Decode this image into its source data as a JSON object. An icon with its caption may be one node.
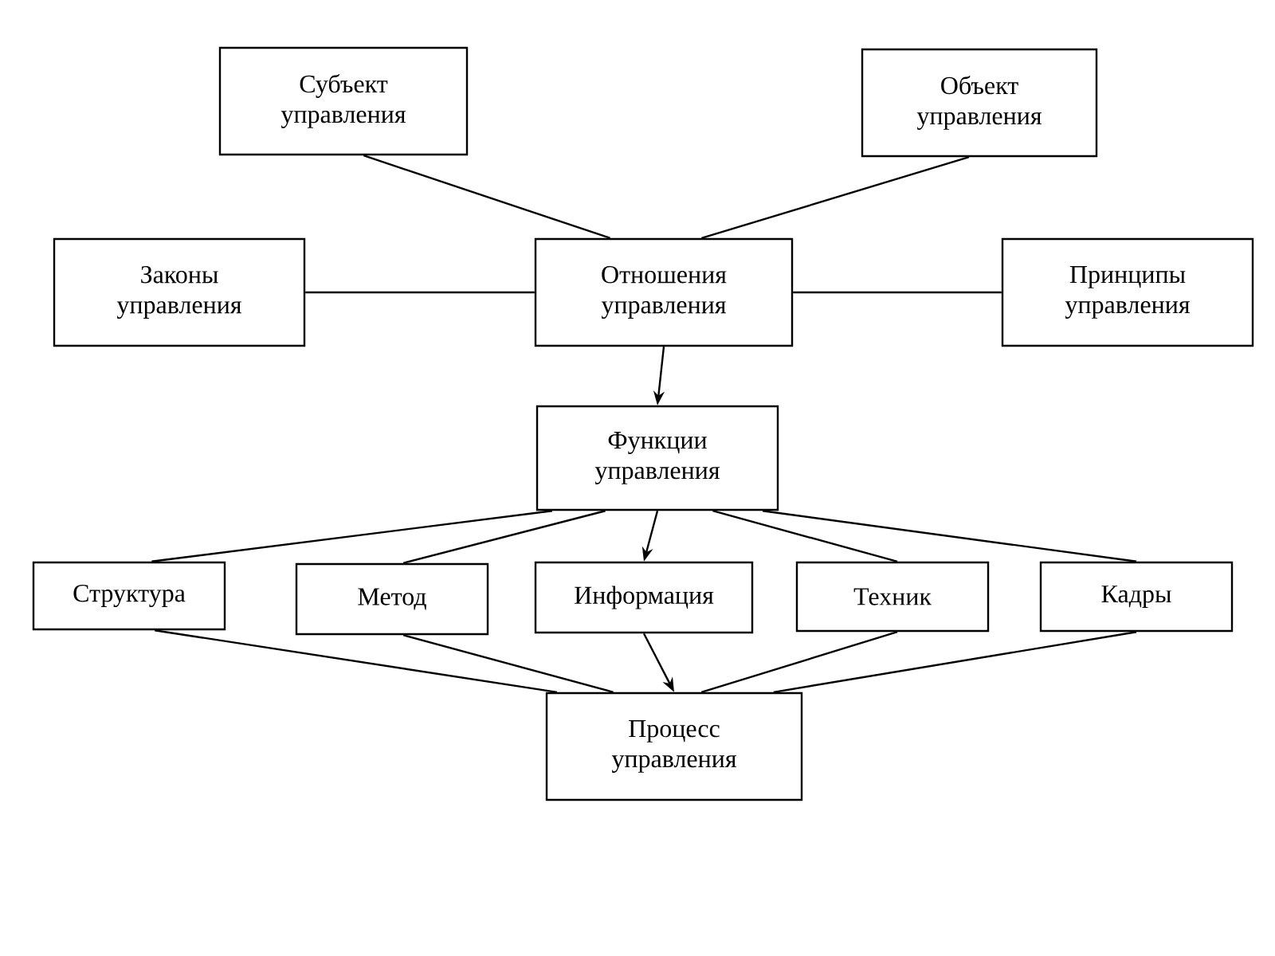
{
  "diagram": {
    "nodes": [
      {
        "text": [
          "Субъект управления"
        ]
      },
      {
        "text": [
          "Объект управления"
        ]
      },
      {
        "text": [
          "Законы управления"
        ]
      },
      {
        "text": [
          "Отношения управления"
        ]
      },
      {
        "text": [
          "Принципы управления"
        ]
      },
      {
        "text": [
          "Функции управления"
        ]
      },
      {
        "text": [
          "Структура"
        ]
      },
      {
        "text": [
          "Метод"
        ]
      },
      {
        "text": [
          "Информация"
        ]
      },
      {
        "text": [
          "Техник"
        ]
      },
      {
        "text": [
          "Кадры"
        ]
      },
      {
        "text": [
          "Процесс управления"
        ]
      }
    ],
    "edges": [
      {
        "from": 0,
        "to": 3,
        "arrow": "none"
      },
      {
        "from": 1,
        "to": 3,
        "arrow": "none"
      },
      {
        "from": 2,
        "to": 3,
        "arrow": "none"
      },
      {
        "from": 3,
        "to": 4,
        "arrow": "none"
      },
      {
        "from": 3,
        "to": 5,
        "arrow": "to"
      },
      {
        "from": 5,
        "to": 6,
        "arrow": "none"
      },
      {
        "from": 5,
        "to": 7,
        "arrow": "none"
      },
      {
        "from": 5,
        "to": 8,
        "arrow": "to"
      },
      {
        "from": 5,
        "to": 9,
        "arrow": "none"
      },
      {
        "from": 5,
        "to": 10,
        "arrow": "none"
      },
      {
        "from": 6,
        "to": 11,
        "arrow": "none"
      },
      {
        "from": 7,
        "to": 11,
        "arrow": "none"
      },
      {
        "from": 8,
        "to": 11,
        "arrow": "to"
      },
      {
        "from": 9,
        "to": 11,
        "arrow": "none"
      },
      {
        "from": 10,
        "to": 11,
        "arrow": "none"
      }
    ]
  }
}
